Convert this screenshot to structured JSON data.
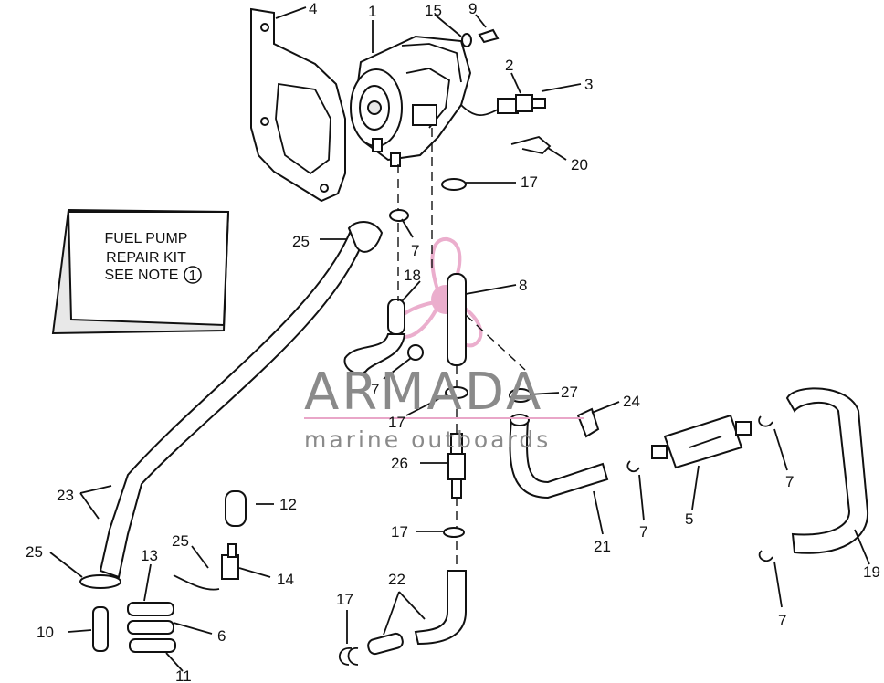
{
  "kit_box": {
    "line1": "FUEL PUMP",
    "line2": "REPAIR KIT",
    "line3": "SEE NOTE",
    "note_number": "1"
  },
  "watermark": {
    "title": "ARMADA",
    "subtitle": "marine outboards",
    "color": "#e9a6c8"
  },
  "callouts": {
    "c1": "1",
    "c2": "2",
    "c3": "3",
    "c4": "4",
    "c5": "5",
    "c6": "6",
    "c7a": "7",
    "c7b": "7",
    "c7c": "7",
    "c7d": "7",
    "c7e": "7",
    "c8": "8",
    "c9": "9",
    "c10": "10",
    "c11": "11",
    "c12": "12",
    "c13": "13",
    "c14": "14",
    "c15": "15",
    "c17a": "17",
    "c17b": "17",
    "c17c": "17",
    "c17d": "17",
    "c18": "18",
    "c19": "19",
    "c20": "20",
    "c21": "21",
    "c22": "22",
    "c23": "23",
    "c24": "24",
    "c25a": "25",
    "c25b": "25",
    "c25c": "25",
    "c26": "26",
    "c27": "27"
  }
}
